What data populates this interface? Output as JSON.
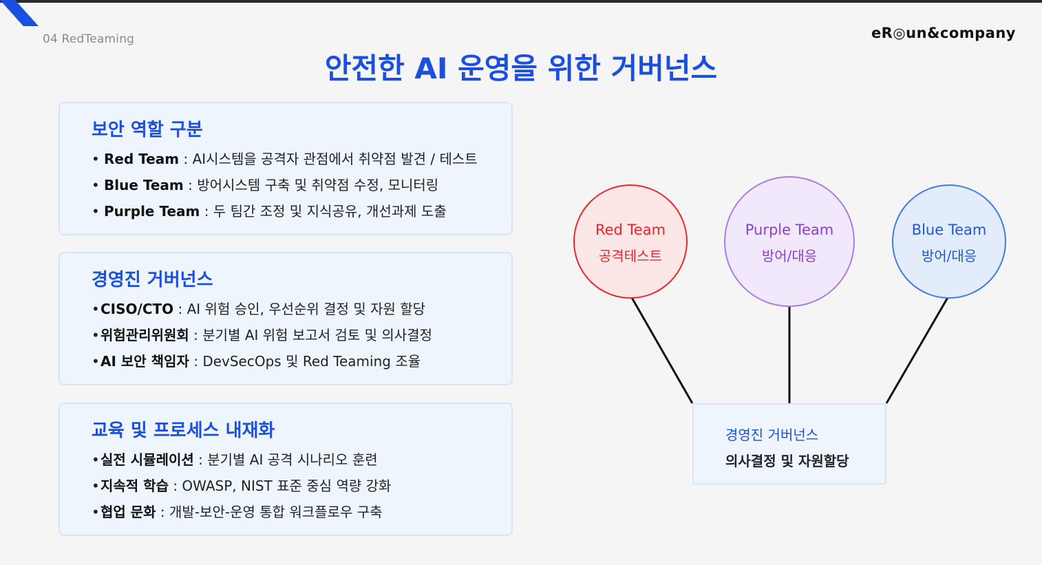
{
  "header": {
    "section_label": "04  RedTeaming",
    "logo": "eR◎un&company",
    "title": "안전한 AI 운영을 위한 거버넌스"
  },
  "cards": [
    {
      "title": "보안 역할 구분",
      "items": [
        {
          "term": "Red Team",
          "desc": " : AI시스템을 공격자 관점에서 취약점 발견 / 테스트"
        },
        {
          "term": "Blue Team",
          "desc": " : 방어시스템 구축 및 취약점 수정, 모니터링"
        },
        {
          "term": "Purple Team",
          "desc": " : 두 팀간 조정 및 지식공유, 개선과제 도출"
        }
      ]
    },
    {
      "title": "경영진 거버넌스",
      "items": [
        {
          "term": "CISO/CTO",
          "desc": " : AI 위험 승인, 우선순위 결정 및 자원 할당"
        },
        {
          "term": "위험관리위원회",
          "desc": " : 분기별 AI 위험 보고서 검토 및 의사결정"
        },
        {
          "term": "AI 보안 책임자",
          "desc": " : DevSecOps 및 Red Teaming 조율"
        }
      ]
    },
    {
      "title": "교육 및 프로세스 내재화",
      "items": [
        {
          "term": "실전 시뮬레이션",
          "desc": " : 분기별 AI 공격 시나리오 훈련"
        },
        {
          "term": "지속적 학습",
          "desc": " : OWASP, NIST 표준 중심 역량 강화"
        },
        {
          "term": "협업 문화",
          "desc": " : 개발-보안-운영 통합 워크플로우 구축"
        }
      ]
    }
  ],
  "diagram": {
    "nodes": [
      {
        "name": "Red Team",
        "sub": "공격테스트",
        "color": "#e8262d",
        "fill": "#fde7e6",
        "stroke": "#e8262d"
      },
      {
        "name": "Purple Team",
        "sub": "방어/대응",
        "color": "#8a3fcf",
        "fill": "#f1e8fb",
        "stroke": "#a97ce0"
      },
      {
        "name": "Blue Team",
        "sub": "방어/대응",
        "color": "#1f57d6",
        "fill": "#e3ecfb",
        "stroke": "#3f7be3"
      }
    ],
    "governance": {
      "line1": "경영진 거버넌스",
      "line2": "의사결정 및 자원할당"
    }
  },
  "colors": {
    "accent": "#1a4fe0",
    "card_bg": "#eef5fd",
    "card_border": "#d6e6f8"
  }
}
